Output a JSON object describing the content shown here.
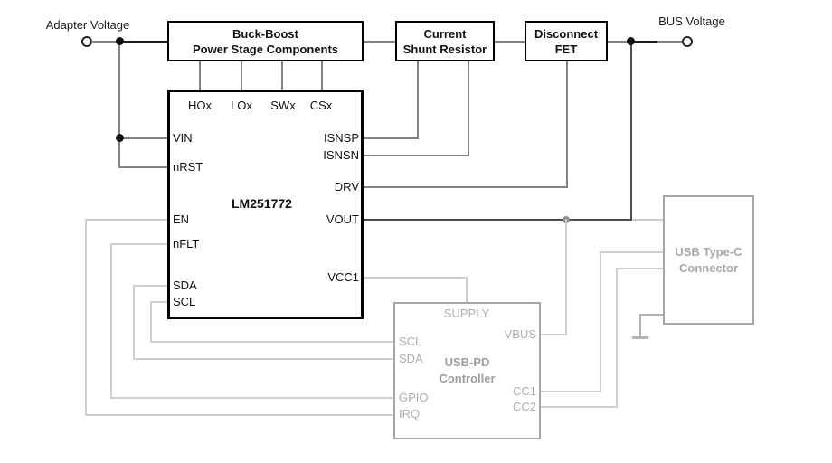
{
  "terminals": {
    "adapter_label": "Adapter Voltage",
    "bus_label": "BUS Voltage"
  },
  "blocks": {
    "buck_boost": {
      "line1": "Buck-Boost",
      "line2": "Power Stage Components"
    },
    "shunt": {
      "line1": "Current",
      "line2": "Shunt Resistor"
    },
    "fet": {
      "line1": "Disconnect",
      "line2": "FET"
    },
    "chip": {
      "name": "LM251772",
      "top_pins": [
        "HOx",
        "LOx",
        "SWx",
        "CSx"
      ],
      "left_pins": [
        "VIN",
        "nRST",
        "EN",
        "nFLT",
        "SDA",
        "SCL"
      ],
      "right_pins": [
        "ISNSP",
        "ISNSN",
        "DRV",
        "VOUT",
        "VCC1"
      ]
    },
    "pd_controller": {
      "name_line1": "USB-PD",
      "name_line2": "Controller",
      "top_pin": "SUPPLY",
      "left_pins": [
        "SCL",
        "SDA",
        "GPIO",
        "IRQ"
      ],
      "right_pins": [
        "VBUS",
        "CC1",
        "CC2"
      ]
    },
    "usb_c": {
      "line1": "USB Type-C",
      "line2": "Connector"
    }
  },
  "colors": {
    "black_wire": "#1c1c1c",
    "gray_wire": "#828282",
    "vout_wire": "#4d4d4d",
    "light_wire": "#cfcfcf",
    "gray_block_border": "#a6a6a6",
    "gray_block_text": "#a8a8a8"
  }
}
